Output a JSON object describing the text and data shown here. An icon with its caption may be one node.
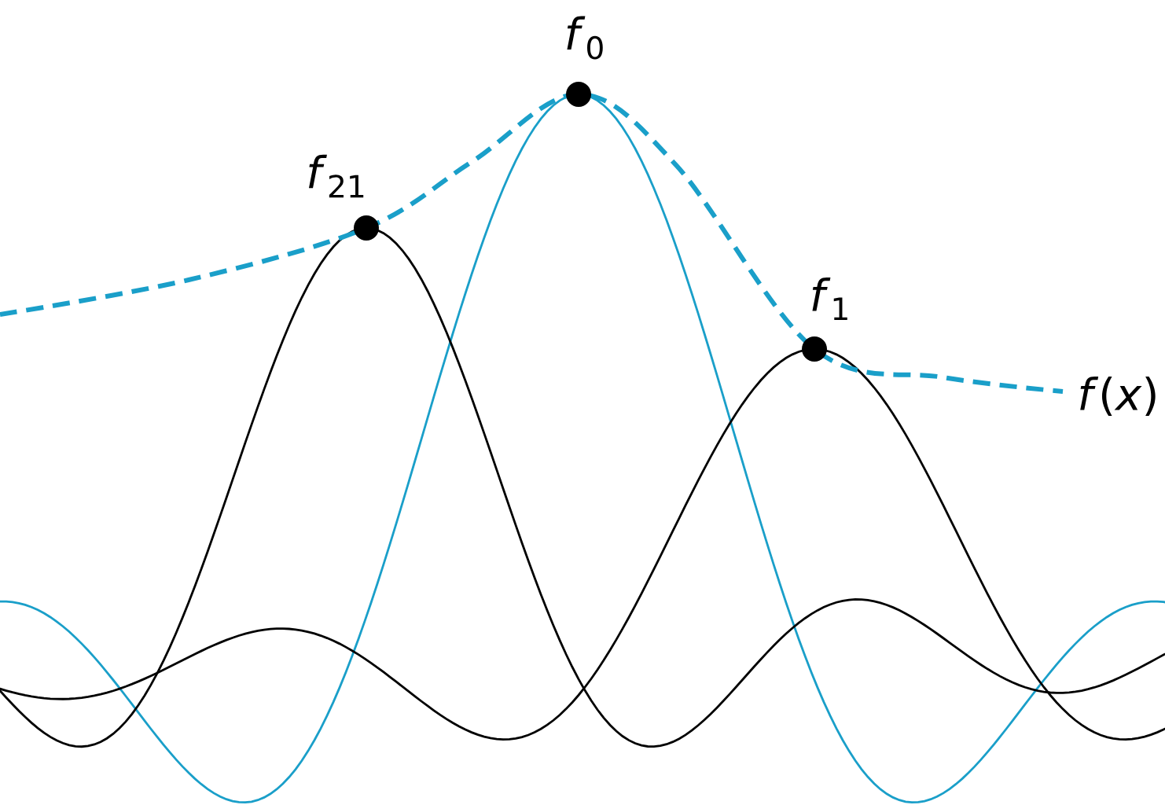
{
  "diagram": {
    "labels": [
      "*f*$_{0}$",
      "*f*$_{21}$",
      "*f*$_{1}$",
      "*f*(*x*)"
    ]
  }
}
